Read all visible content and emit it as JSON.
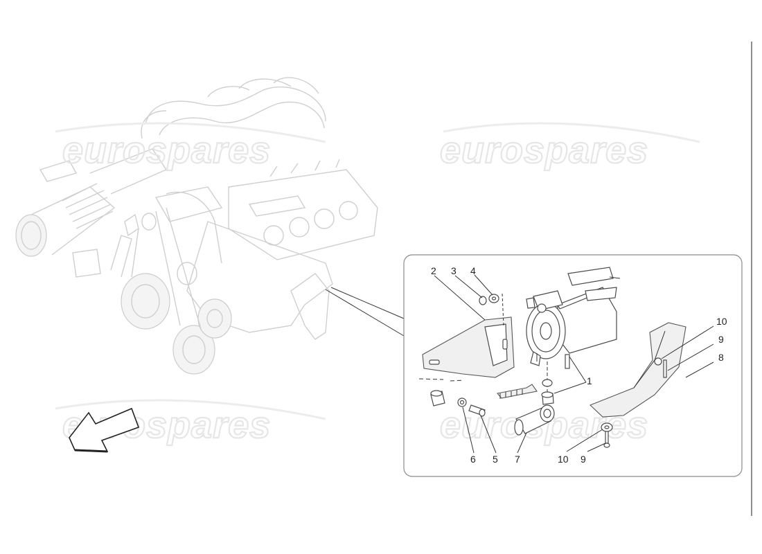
{
  "watermark": {
    "text": "eurospares"
  },
  "callouts": {
    "c1": "1",
    "c2": "2",
    "c3": "3",
    "c4": "4",
    "c5": "5",
    "c6": "6",
    "c7": "7",
    "c8": "8",
    "c9a": "9",
    "c9b": "9",
    "c10a": "10",
    "c10b": "10"
  },
  "icons": {
    "direction": "front-direction-arrow-icon"
  }
}
